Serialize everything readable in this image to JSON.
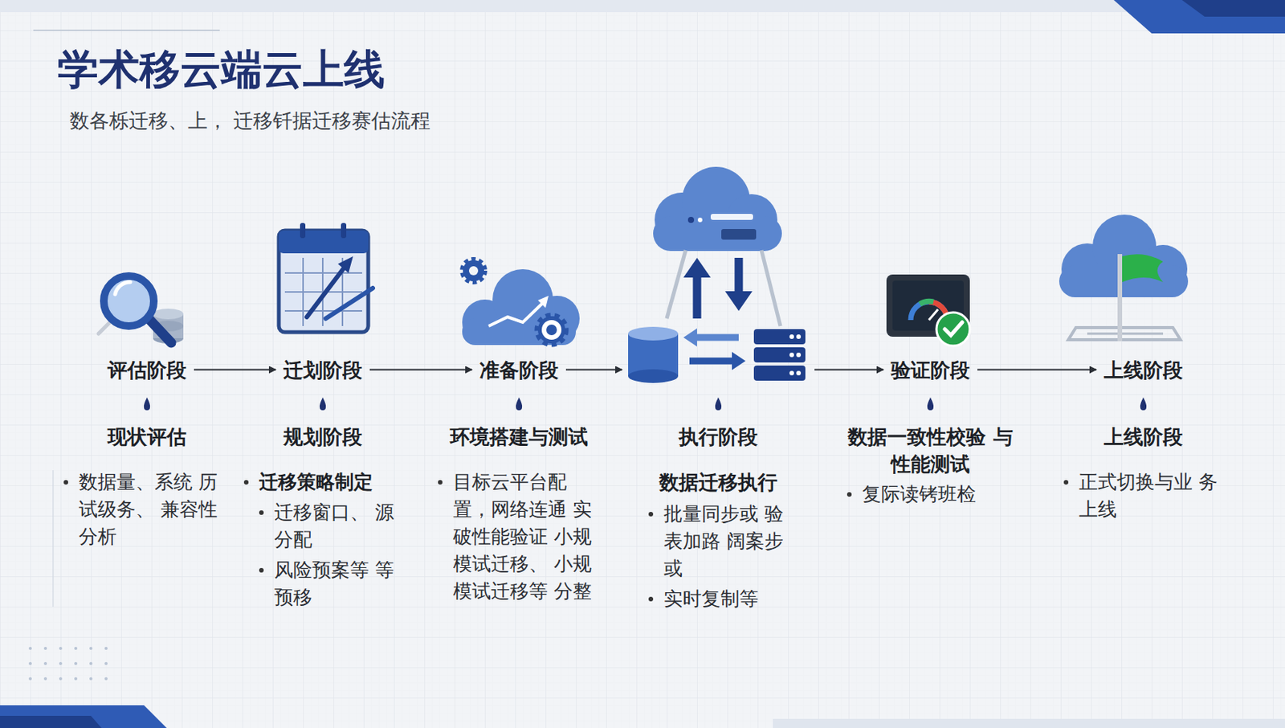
{
  "diagram": {
    "title": "学术移云端云上线",
    "caption": "数各栎迁移、上， 迁移钎据迁移赛估流程",
    "nodes": [
      {
        "text": [
          "评估阶段",
          "现状评估",
          "数据量、系统 历试级务、 兼容性分析"
        ]
      },
      {
        "text": [
          "迁划阶段",
          "规划阶段",
          "迁移策略制定",
          "迁移窗口、 源分配",
          "风险预案等 等预移"
        ]
      },
      {
        "text": [
          "准备阶段",
          "环境搭建与测试",
          "目标云平台配 置，网络连通 实破性能验证 小规模试迁移、 小规模试迁移等 分整"
        ]
      },
      {
        "text": [
          "执行阶段",
          "数据迁移执行",
          "批量同步或 验 表加路 阔案步或",
          "实时复制等"
        ]
      },
      {
        "text": [
          "验证阶段",
          "数据一致性校验 与性能测试",
          "复际读铐班检"
        ]
      },
      {
        "text": [
          "上线阶段",
          "上线阶段",
          "正式切换与业 务上线"
        ]
      }
    ],
    "edges": [
      {
        "from": 0,
        "to": 1,
        "arrow": "to"
      },
      {
        "from": 1,
        "to": 2,
        "arrow": "to"
      },
      {
        "from": 2,
        "to": 3,
        "arrow": "to"
      },
      {
        "from": 3,
        "to": 4,
        "arrow": "to"
      },
      {
        "from": 4,
        "to": 5,
        "arrow": "to"
      }
    ]
  }
}
